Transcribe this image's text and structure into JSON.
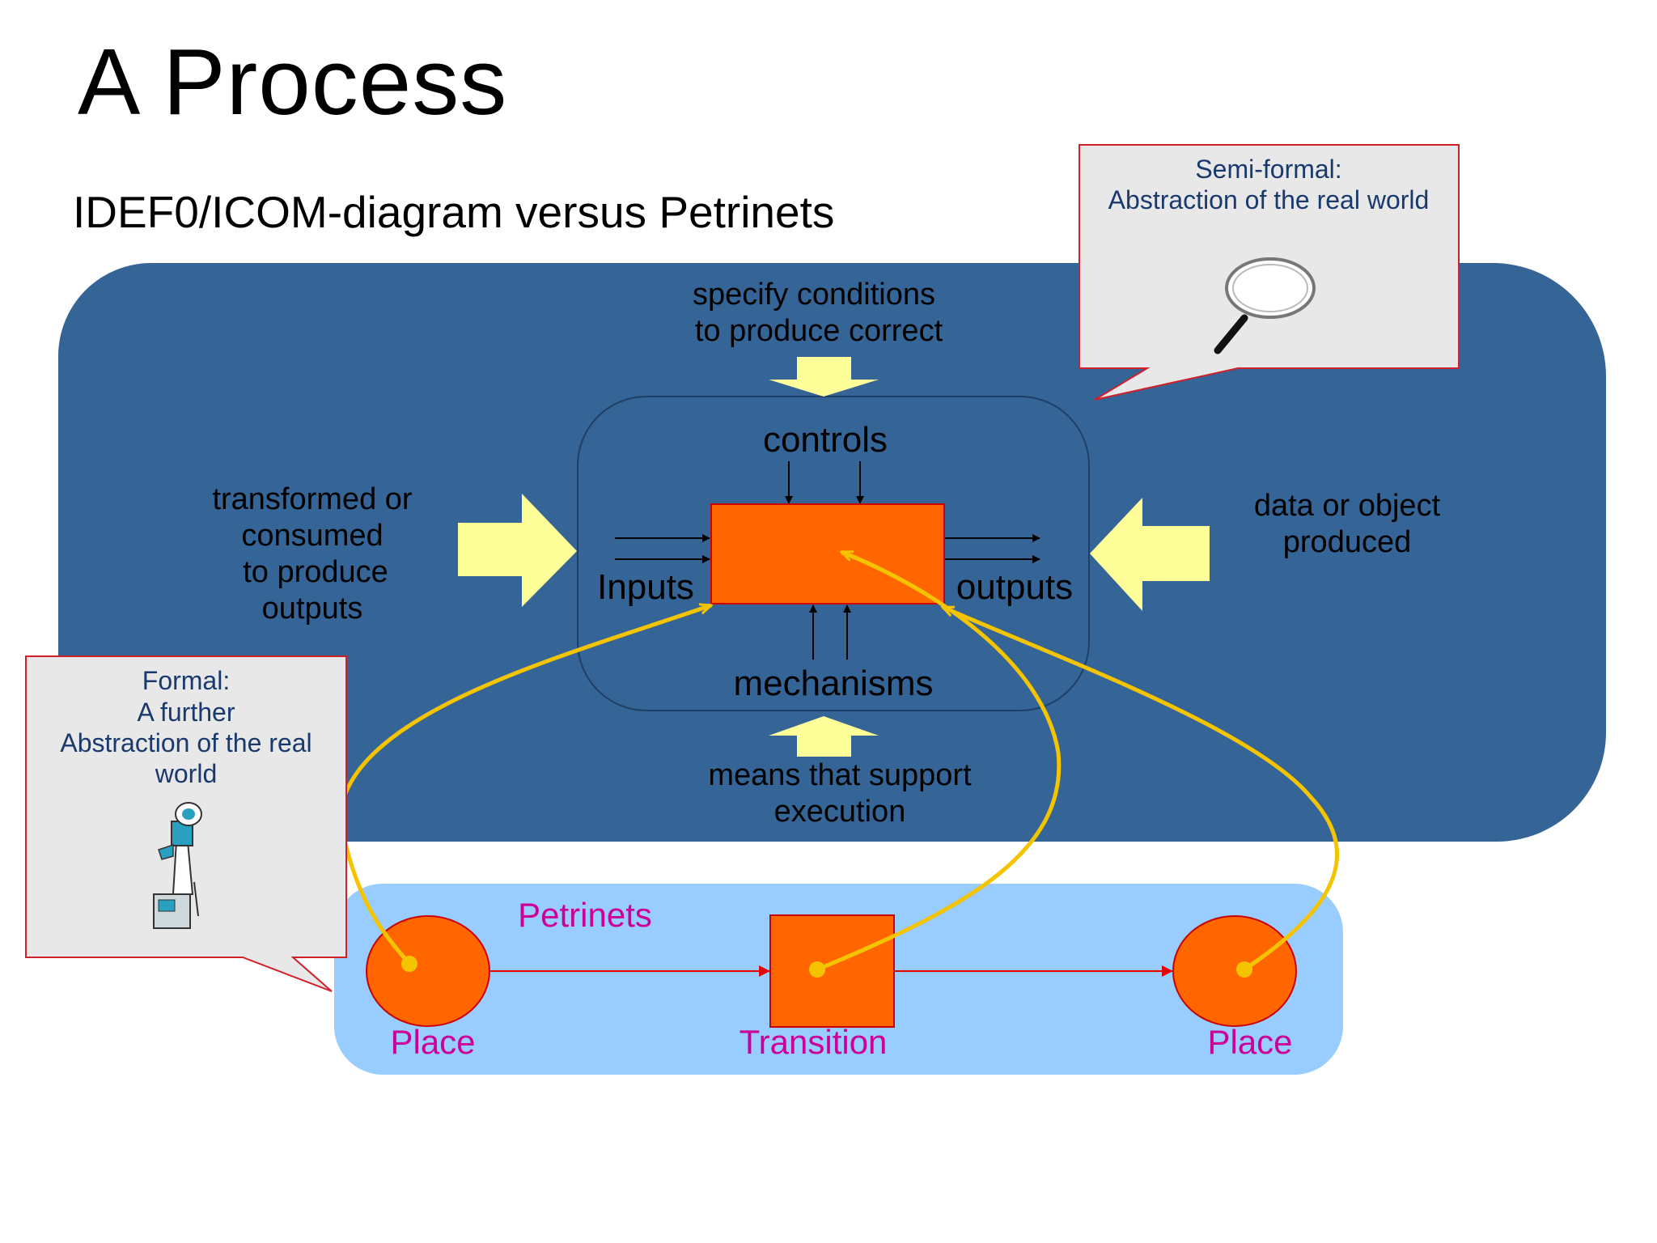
{
  "slide": {
    "title": "A Process",
    "subtitle": "IDEF0/ICOM-diagram versus Petrinets"
  },
  "idef0": {
    "controls_note": [
      "specify conditions",
      "to produce correct"
    ],
    "controls_label": "controls",
    "inputs_label": "Inputs",
    "outputs_label": "outputs",
    "mechanisms_label": "mechanisms",
    "inputs_note": [
      "transformed or",
      "consumed",
      "to produce",
      "outputs"
    ],
    "outputs_note": [
      "data or object",
      "produced"
    ],
    "mechanisms_note": [
      "means that support",
      "execution"
    ]
  },
  "callouts": {
    "semi_formal": [
      "Semi-formal:",
      "Abstraction of the real world"
    ],
    "formal": [
      "Formal:",
      "A further",
      "Abstraction of the real",
      "world"
    ]
  },
  "petrinet": {
    "title": "Petrinets",
    "place_left": "Place",
    "transition": "Transition",
    "place_right": "Place"
  },
  "colors": {
    "panel_blue": "#356496",
    "light_blue": "#99ccff",
    "orange": "#ff6600",
    "yellow_arrow": "#ffff99",
    "link_yellow": "#f5c400",
    "magenta": "#cc0099",
    "callout_border": "#d0202a",
    "callout_fill": "#e8e8e8",
    "callout_text": "#1a3a6e"
  }
}
